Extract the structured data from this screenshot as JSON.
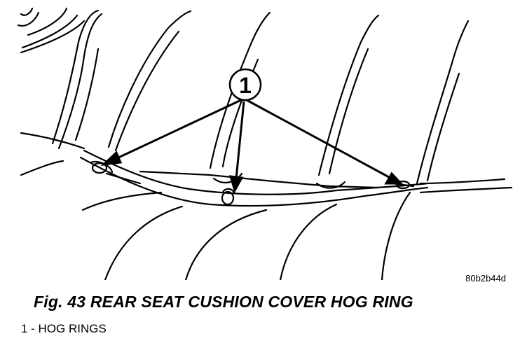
{
  "figure": {
    "callout_number": "1",
    "reference_code": "80b2b44d",
    "title": "Fig. 43 REAR SEAT CUSHION COVER HOG RING",
    "legend": [
      {
        "label": "1 - HOG RINGS"
      }
    ]
  }
}
